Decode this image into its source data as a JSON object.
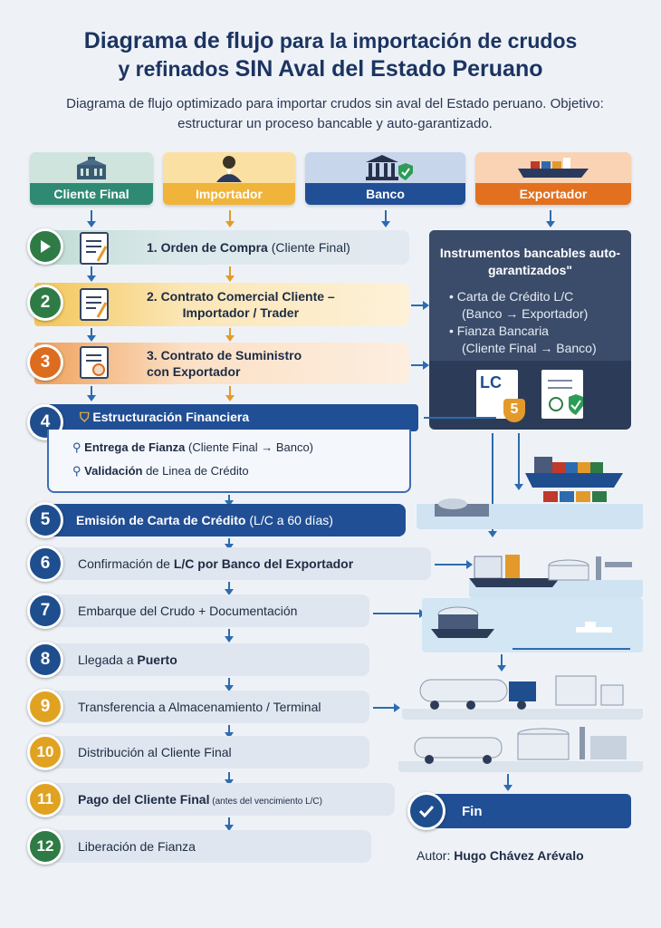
{
  "title_line1_a": "Diagrama de flujo",
  "title_line1_b": "para la importación de crudos",
  "title_line2_a": "y refinados",
  "title_line2_b": "SIN Aval del Estado Peruano",
  "subtitle": "Diagrama de flujo optimizado para importar crudos sin aval del Estado peruano. Objetivo: estructurar un proceso bancable y auto-garantizado.",
  "lanes": [
    {
      "label": "Cliente Final",
      "icon": "factory-icon",
      "color": "#2f8a74"
    },
    {
      "label": "Importador",
      "icon": "person-icon",
      "color": "#f0b43a"
    },
    {
      "label": "Banco",
      "icon": "bank-icon",
      "color": "#214f95"
    },
    {
      "label": "Exportador",
      "icon": "ship-icon",
      "color": "#e2701f"
    }
  ],
  "steps_top": [
    {
      "num": "",
      "bold": "1. Orden de Compra",
      "rest": " (Cliente Final)"
    },
    {
      "num": "2",
      "bold": "2. Contrato Comercial Cliente –",
      "line2": "Importador / Trader"
    },
    {
      "num": "3",
      "bold": "3. Contrato de Suministro",
      "line2": "con Exportador"
    }
  ],
  "step4": {
    "num": "4",
    "title": "Estructuración Financiera",
    "item1_bold": "Entrega de Fianza",
    "item1_rest": " (Cliente Final → Banco)",
    "item2_bold": "Validación",
    "item2_rest": " de Linea de Crédito"
  },
  "instruments": {
    "title": "Instrumentos bancables auto-garantizados\"",
    "item1": "Carta de Crédito L/C",
    "item1_sub": "(Banco → Exportador)",
    "item2": "Fianza Bancaria",
    "item2_sub": "(Cliente Final → Banco)",
    "doc_label": "LC",
    "doc_badge": "5"
  },
  "step5": {
    "num": "5",
    "bold": "Emisión de Carta de Crédito",
    "rest": " (L/C a 60 días)"
  },
  "step6": {
    "num": "6",
    "pre": "Confirmación de ",
    "bold": "L/C por Banco del Exportador"
  },
  "step7": {
    "num": "7",
    "text": "Embarque del Crudo + Documentación"
  },
  "step8": {
    "num": "8",
    "pre": "Llegada a ",
    "bold": "Puerto"
  },
  "step9": {
    "num": "9",
    "pre": "Transferencia a ",
    "bold": "Almacenamiento / Terminal"
  },
  "step10": {
    "num": "10",
    "pre": "Distribución al ",
    "bold": "Cliente Final"
  },
  "step11": {
    "num": "11",
    "bold": "Pago del Cliente Final",
    "rest": " (antes del vencimiento L/C)"
  },
  "step12": {
    "num": "12",
    "text": "Liberación de Fianza"
  },
  "fin": "Fin",
  "author_label": "Autor: ",
  "author_name": "Hugo Chávez Arévalo"
}
